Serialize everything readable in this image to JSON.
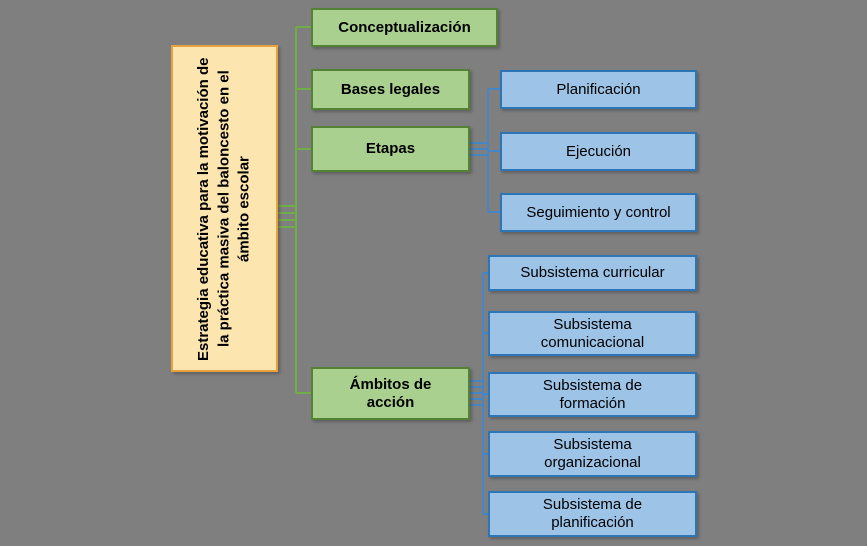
{
  "diagram": {
    "root_label": "Estrategia educativa para la motivación de la práctica masiva del baloncesto en el ámbito escolar",
    "branches": [
      {
        "label": "Conceptualización"
      },
      {
        "label": "Bases legales"
      },
      {
        "label": "Etapas"
      },
      {
        "label": "Ámbitos de acción"
      }
    ],
    "etapas_children": [
      {
        "label": "Planificación"
      },
      {
        "label": "Ejecución"
      },
      {
        "label": "Seguimiento y control"
      }
    ],
    "ambitos_children": [
      {
        "label": "Subsistema curricular"
      },
      {
        "label": "Subsistema comunicacional"
      },
      {
        "label": "Subsistema de formación"
      },
      {
        "label": "Subsistema organizacional"
      },
      {
        "label": "Subsistema de planificación"
      }
    ],
    "colors": {
      "background": "#7F7F7F",
      "root_fill": "#FCE5AE",
      "root_border": "#E8A23D",
      "branch_fill": "#A9D08E",
      "branch_border": "#548235",
      "branch_line": "#70AD47",
      "leaf_fill": "#9DC3E6",
      "leaf_border": "#2E75B6",
      "leaf_line": "#4486C6"
    }
  }
}
